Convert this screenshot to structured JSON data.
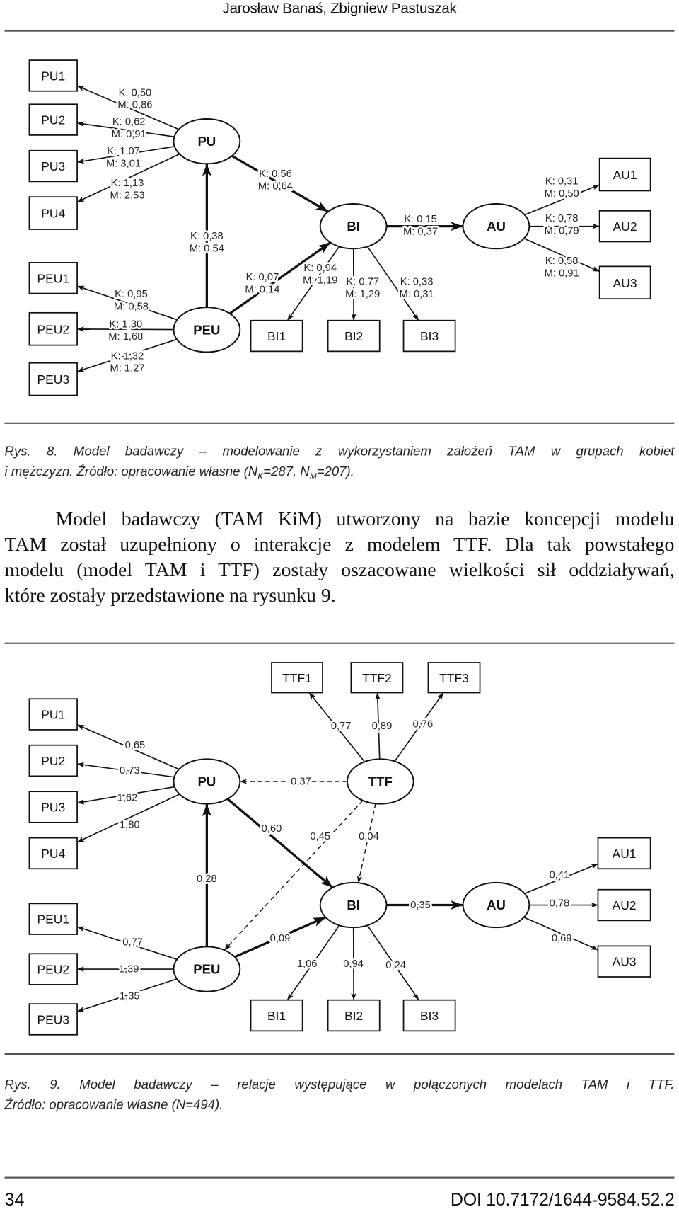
{
  "header": {
    "authors": "Jarosław Banaś, Zbigniew Pastuszak"
  },
  "figure8": {
    "nodes": {
      "PU1": "PU1",
      "PU2": "PU2",
      "PU3": "PU3",
      "PU4": "PU4",
      "PEU1": "PEU1",
      "PEU2": "PEU2",
      "PEU3": "PEU3",
      "PU": "PU",
      "PEU": "PEU",
      "BI": "BI",
      "AU": "AU",
      "BI1": "BI1",
      "BI2": "BI2",
      "BI3": "BI3",
      "AU1": "AU1",
      "AU2": "AU2",
      "AU3": "AU3"
    },
    "edges": [
      {
        "from": "PU",
        "to": "PU1",
        "type": "measurement",
        "label": [
          "K: 0,50",
          "M: 0,86"
        ]
      },
      {
        "from": "PU",
        "to": "PU2",
        "type": "measurement",
        "label": [
          "K: 0,62",
          "M: 0,91"
        ]
      },
      {
        "from": "PU",
        "to": "PU3",
        "type": "measurement",
        "label": [
          "K: 1,07",
          "M: 3,01"
        ]
      },
      {
        "from": "PU",
        "to": "PU4",
        "type": "measurement",
        "label": [
          "K: 1,13",
          "M: 2,53"
        ]
      },
      {
        "from": "PEU",
        "to": "PU",
        "type": "structural",
        "label": [
          "K: 0,38",
          "M: 0,54"
        ]
      },
      {
        "from": "PU",
        "to": "BI",
        "type": "structural",
        "label": [
          "K: 0,56",
          "M: 0,64"
        ]
      },
      {
        "from": "PEU",
        "to": "PEU1",
        "type": "measurement",
        "label": [
          "K: 0,95",
          "M: 0,58"
        ]
      },
      {
        "from": "PEU",
        "to": "PEU2",
        "type": "measurement",
        "label": [
          "K: 1,30",
          "M: 1,68"
        ]
      },
      {
        "from": "PEU",
        "to": "PEU3",
        "type": "measurement",
        "label": [
          "K: 1,32",
          "M: 1,27"
        ]
      },
      {
        "from": "PEU",
        "to": "BI",
        "type": "structural",
        "label": [
          "K: 0,07",
          "M: 0,14"
        ]
      },
      {
        "from": "BI",
        "to": "BI1",
        "type": "measurement",
        "label": [
          "K: 0,94",
          "M: 1,19"
        ]
      },
      {
        "from": "BI",
        "to": "BI2",
        "type": "measurement",
        "label": [
          "K: 0,77",
          "M: 1,29"
        ]
      },
      {
        "from": "BI",
        "to": "BI3",
        "type": "measurement",
        "label": [
          "K: 0,15",
          "M: 0,37"
        ]
      },
      {
        "from": "BI",
        "to": "AU",
        "type": "structural",
        "label": [
          "K: 0,33",
          "M: 0,31"
        ]
      },
      {
        "from": "AU",
        "to": "AU1",
        "type": "measurement",
        "label": [
          "K: 0,31",
          "M: 0,50"
        ]
      },
      {
        "from": "AU",
        "to": "AU2",
        "type": "measurement",
        "label": [
          "K: 0,78",
          "M: 0,79"
        ]
      },
      {
        "from": "AU",
        "to": "AU3",
        "type": "measurement",
        "label": [
          "K: 0,58",
          "M: 0,91"
        ]
      }
    ],
    "caption": {
      "line1": "Rys. 8. Model badawczy – modelowanie z wykorzystaniem założeń TAM w grupach kobiet",
      "line2_start": "i mężczyzn. Źródło: opracowanie własne (N",
      "sub_k": "K",
      "line2_mid": "=287, N",
      "sub_m": "M",
      "line2_end": "=207)."
    }
  },
  "paragraph": {
    "lines": [
      "Model badawczy (TAM KiM) utworzony na bazie koncepcji modelu",
      "TAM został uzupełniony o interakcje z modelem TTF. Dla tak powstałego",
      "modelu (model TAM i TTF) zostały oszacowane wielkości sił oddziaływań,",
      "które zostały przedstawione na rysunku 9."
    ]
  },
  "figure9": {
    "nodes": {
      "TTF1": "TTF1",
      "TTF2": "TTF2",
      "TTF3": "TTF3",
      "TTF": "TTF",
      "PU1": "PU1",
      "PU2": "PU2",
      "PU3": "PU3",
      "PU4": "PU4",
      "PEU1": "PEU1",
      "PEU2": "PEU2",
      "PEU3": "PEU3",
      "PU": "PU",
      "PEU": "PEU",
      "BI": "BI",
      "AU": "AU",
      "BI1": "BI1",
      "BI2": "BI2",
      "BI3": "BI3",
      "AU1": "AU1",
      "AU2": "AU2",
      "AU3": "AU3"
    },
    "edges": [
      {
        "from": "TTF",
        "to": "TTF1",
        "type": "measurement",
        "label": [
          "0,77"
        ]
      },
      {
        "from": "TTF",
        "to": "TTF2",
        "type": "measurement",
        "label": [
          "0,89"
        ]
      },
      {
        "from": "TTF",
        "to": "TTF3",
        "type": "measurement",
        "label": [
          "0,76"
        ]
      },
      {
        "from": "PU",
        "to": "PU1",
        "type": "measurement",
        "label": [
          "0,65"
        ]
      },
      {
        "from": "PU",
        "to": "PU2",
        "type": "measurement",
        "label": [
          "0,73"
        ]
      },
      {
        "from": "PU",
        "to": "PU3",
        "type": "measurement",
        "label": [
          "1,62"
        ]
      },
      {
        "from": "PU",
        "to": "PU4",
        "type": "measurement",
        "label": [
          "1,80"
        ]
      },
      {
        "from": "TTF",
        "to": "PU",
        "type": "interaction",
        "label": [
          "0,37"
        ]
      },
      {
        "from": "PEU",
        "to": "PU",
        "type": "structural",
        "label": [
          "0,28"
        ]
      },
      {
        "from": "PU",
        "to": "BI",
        "type": "structural",
        "label": [
          "0,60"
        ]
      },
      {
        "from": "TTF",
        "to": "PEU",
        "type": "interaction",
        "label": [
          "0,45"
        ]
      },
      {
        "from": "TTF",
        "to": "BI",
        "type": "interaction",
        "label": [
          "0,04"
        ]
      },
      {
        "from": "PEU",
        "to": "PEU1",
        "type": "measurement",
        "label": [
          "0,77"
        ]
      },
      {
        "from": "PEU",
        "to": "PEU2",
        "type": "measurement",
        "label": [
          "1,39"
        ]
      },
      {
        "from": "PEU",
        "to": "PEU3",
        "type": "measurement",
        "label": [
          "1,35"
        ]
      },
      {
        "from": "PEU",
        "to": "BI",
        "type": "structural",
        "label": [
          "0,09"
        ]
      },
      {
        "from": "BI",
        "to": "BI1",
        "type": "measurement",
        "label": [
          "1,06"
        ]
      },
      {
        "from": "BI",
        "to": "BI2",
        "type": "measurement",
        "label": [
          "0,94"
        ]
      },
      {
        "from": "BI",
        "to": "BI3",
        "type": "measurement",
        "label": [
          "0,24"
        ]
      },
      {
        "from": "BI",
        "to": "AU",
        "type": "structural",
        "label": [
          "0,35"
        ]
      },
      {
        "from": "AU",
        "to": "AU1",
        "type": "measurement",
        "label": [
          "0,41"
        ]
      },
      {
        "from": "AU",
        "to": "AU2",
        "type": "measurement",
        "label": [
          "0,78"
        ]
      },
      {
        "from": "AU",
        "to": "AU3",
        "type": "measurement",
        "label": [
          "0,69"
        ]
      }
    ],
    "caption": {
      "line1": "Rys. 9. Model badawczy – relacje występujące w połączonych modelach TAM i TTF.",
      "line2": "Źródło: opracowanie własne (N=494)."
    }
  },
  "footer": {
    "page_number": "34",
    "doi": "DOI 10.7172/1644-9584.52.2"
  }
}
